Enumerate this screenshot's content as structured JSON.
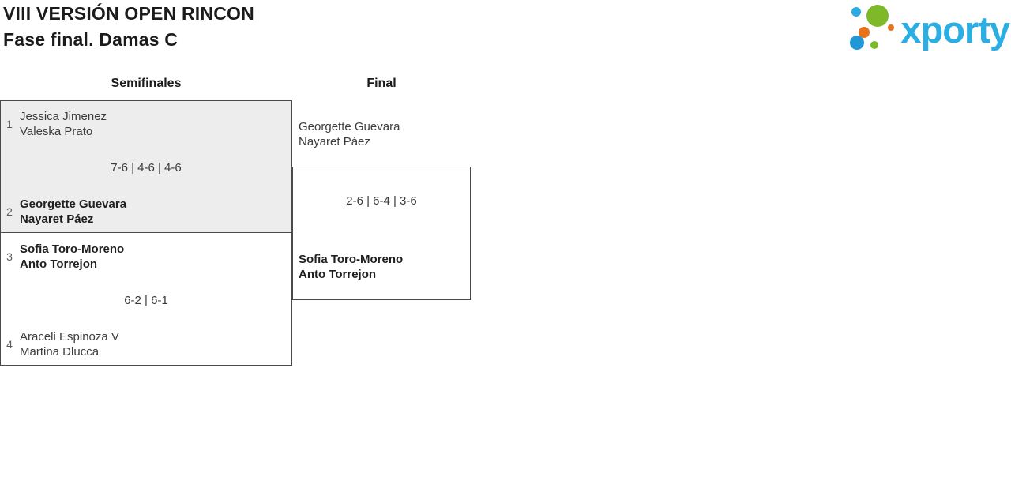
{
  "header": {
    "title": "VIII VERSIÓN OPEN RINCON",
    "subtitle": "Fase final. Damas C"
  },
  "logo": {
    "brand": "xporty"
  },
  "colors": {
    "brand_blue": "#29abe2",
    "brand_green": "#7db928",
    "brand_orange": "#e8731a",
    "match_highlight": "#ededed"
  },
  "bracket": {
    "rounds": [
      {
        "label": "Semifinales"
      },
      {
        "label": "Final"
      }
    ],
    "semifinals": [
      {
        "team1": {
          "seed": "1",
          "players": [
            "Jessica Jimenez",
            "Valeska Prato"
          ],
          "winner": false
        },
        "score": "7-6 | 4-6 | 4-6",
        "team2": {
          "seed": "2",
          "players": [
            "Georgette Guevara",
            "Nayaret Páez"
          ],
          "winner": true
        }
      },
      {
        "team1": {
          "seed": "3",
          "players": [
            "Sofia Toro-Moreno",
            "Anto Torrejon"
          ],
          "winner": true
        },
        "score": "6-2 | 6-1",
        "team2": {
          "seed": "4",
          "players": [
            "Araceli Espinoza V",
            "Martina Dlucca"
          ],
          "winner": false
        }
      }
    ],
    "final": {
      "team1": {
        "players": [
          "Georgette Guevara",
          "Nayaret Páez"
        ],
        "winner": false
      },
      "score": "2-6 | 6-4 | 3-6",
      "team2": {
        "players": [
          "Sofia Toro-Moreno",
          "Anto Torrejon"
        ],
        "winner": true
      }
    }
  }
}
